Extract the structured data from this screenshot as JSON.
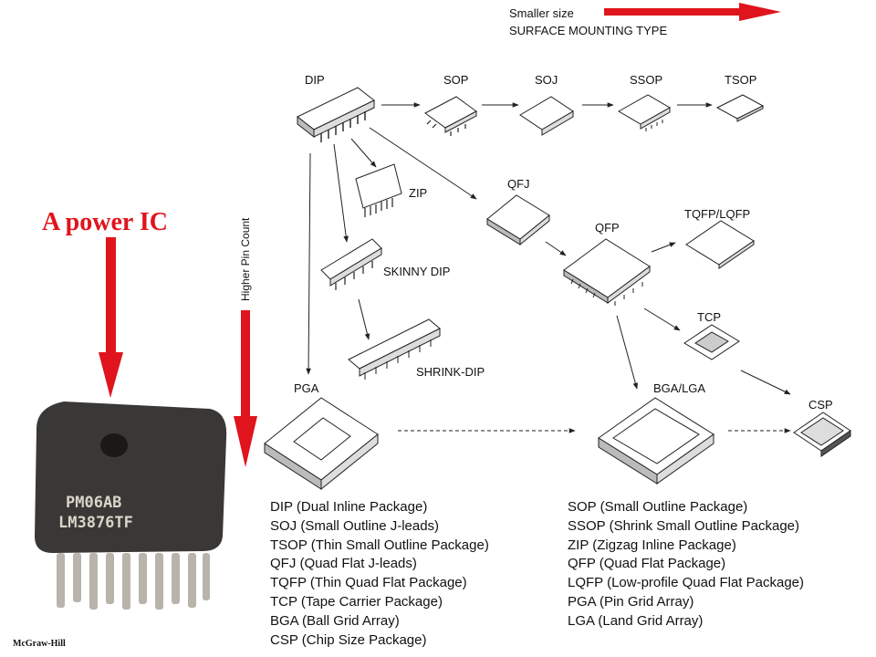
{
  "header": {
    "line1": "Smaller size",
    "line2": "SURFACE MOUNTING TYPE"
  },
  "callout": "A power IC",
  "axis_label": "Higher Pin Count",
  "chip_marking": {
    "line1": "PM06AB",
    "line2": "LM3876TF"
  },
  "packages": {
    "dip": "DIP",
    "sop": "SOP",
    "soj": "SOJ",
    "ssop": "SSOP",
    "tsop": "TSOP",
    "zip": "ZIP",
    "qfj": "QFJ",
    "qfp": "QFP",
    "tqfp": "TQFP/LQFP",
    "skinny": "SKINNY DIP",
    "shrink": "SHRINK-DIP",
    "tcp": "TCP",
    "pga": "PGA",
    "bga": "BGA/LGA",
    "csp": "CSP"
  },
  "legend_left": [
    "DIP (Dual Inline Package)",
    "SOJ (Small Outline J-leads)",
    "TSOP (Thin Small Outline Package)",
    "QFJ (Quad Flat J-leads)",
    "TQFP (Thin Quad Flat Package)",
    "TCP (Tape Carrier Package)",
    "BGA (Ball Grid Array)",
    "CSP (Chip Size Package)"
  ],
  "legend_right": [
    "SOP (Small Outline Package)",
    "SSOP (Shrink Small Outline Package)",
    "ZIP (Zigzag Inline Package)",
    "QFP (Quad Flat Package)",
    "LQFP (Low-profile Quad Flat Package)",
    "PGA (Pin Grid Array)",
    "LGA (Land Grid Array)"
  ],
  "credit": "McGraw-Hill",
  "colors": {
    "arrow_red": "#e0141c",
    "chip_body": "#3a3836",
    "pins": "#b8b4ac"
  }
}
